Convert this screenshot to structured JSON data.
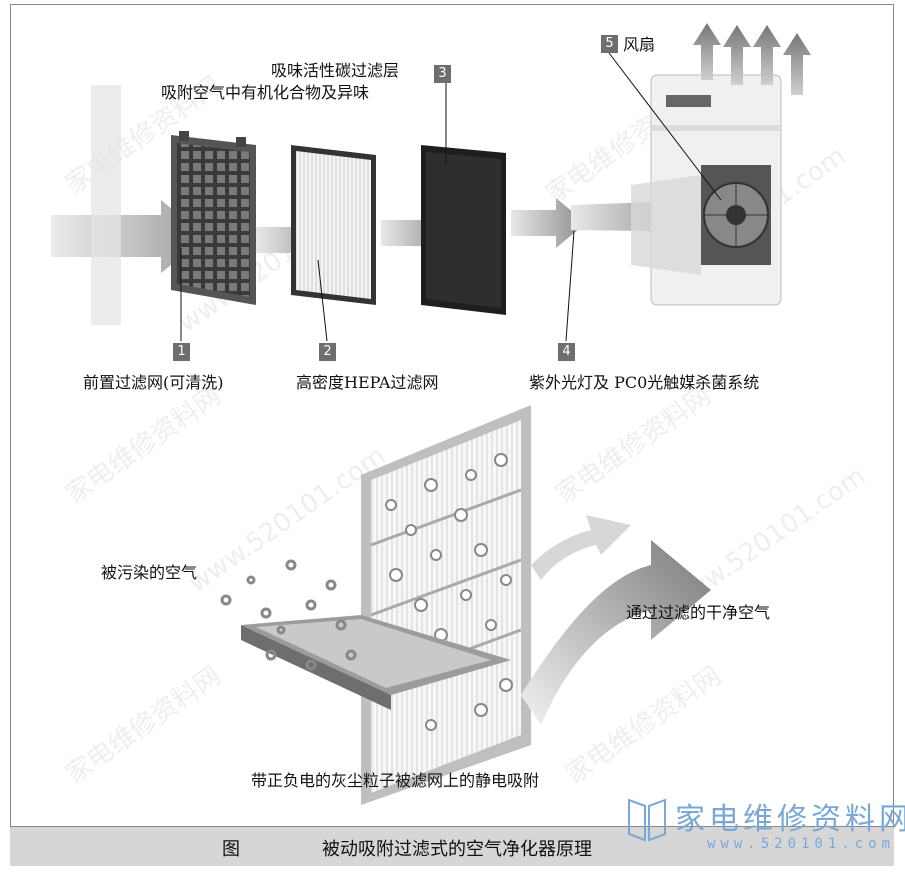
{
  "components": {
    "n1": "1",
    "n2": "2",
    "n3": "3",
    "n4": "4",
    "n5": "5",
    "pre_filter": "前置过滤网(可清洗)",
    "hepa_filter": "高密度HEPA过滤网",
    "carbon_line1": "吸味活性碳过滤层",
    "carbon_line2": "吸附空气中有机化合物及异味",
    "uv_system": "紫外光灯及 PC0光触媒杀菌系统",
    "fan": "风扇"
  },
  "adsorption": {
    "polluted_air": "被污染的空气",
    "clean_air": "通过过滤的干净空气",
    "electrostatic": "带正负电的灰尘粒子被滤网上的静电吸附"
  },
  "caption": {
    "figure_label": "图",
    "title": "被动吸附过滤式的空气净化器原理"
  },
  "watermark": {
    "text1": "家电维修资料网",
    "text2": "www.520101.com"
  },
  "logo": {
    "main": "家电维修资料网",
    "sub": "www.520101.com"
  },
  "colors": {
    "arrow": "#9a9a9a",
    "badge": "#6e6e6e",
    "caption_bg": "#d6d6d6",
    "logo": "#7aa8d6"
  }
}
